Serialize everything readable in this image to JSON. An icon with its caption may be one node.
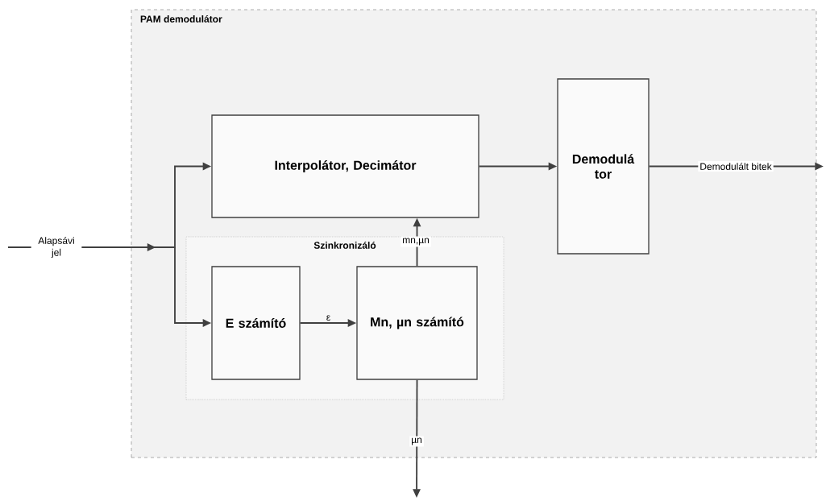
{
  "diagram": {
    "nodes": [
      {
        "text": [
          "PAM demodulátor"
        ]
      },
      {
        "text": [
          "Interpolátor, Decimátor"
        ],
        "in": 0
      },
      {
        "text": [
          "Demodulá tor"
        ],
        "in": 0
      },
      {
        "text": [
          "Szinkronizáló"
        ],
        "in": 0
      },
      {
        "text": [
          "E számító"
        ],
        "in": 3
      },
      {
        "text": [
          "Mn, µn számító"
        ],
        "in": 3
      }
    ],
    "edges": [
      {
        "from": null,
        "to": 1,
        "arrow": "to",
        "label": "Alapsávi jel"
      },
      {
        "from": null,
        "to": 4,
        "arrow": "to"
      },
      {
        "from": 1,
        "to": 2,
        "arrow": "to"
      },
      {
        "from": 4,
        "to": 5,
        "arrow": "to",
        "label": "ε"
      },
      {
        "from": 5,
        "to": 1,
        "arrow": "to",
        "label": "mn,µn"
      },
      {
        "from": 2,
        "to": null,
        "arrow": "to",
        "label": "Demodulált bitek"
      },
      {
        "from": 5,
        "to": null,
        "arrow": "to",
        "label": "µn"
      }
    ]
  }
}
